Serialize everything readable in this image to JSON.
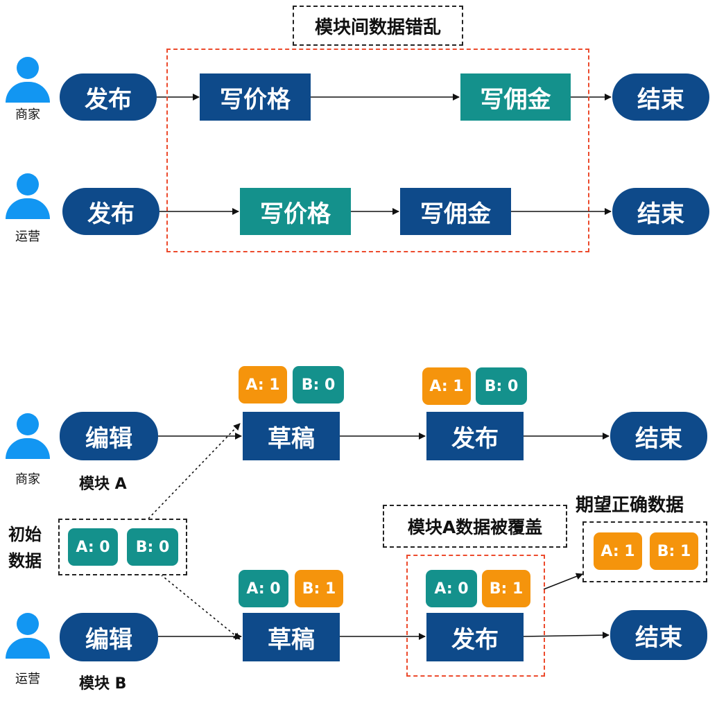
{
  "top": {
    "title": "模块间数据错乱",
    "row1": {
      "role": "商家",
      "start": "发布",
      "step1": "写价格",
      "step2": "写佣金",
      "end": "结束"
    },
    "row2": {
      "role": "运营",
      "start": "发布",
      "step1": "写价格",
      "step2": "写佣金",
      "end": "结束"
    }
  },
  "bottom": {
    "initial": {
      "label": "初始数据",
      "chip_a": "A: 0",
      "chip_b": "B: 0"
    },
    "row1": {
      "role": "商家",
      "start": "编辑",
      "module": "模块 A",
      "draft": "草稿",
      "publish": "发布",
      "end": "结束",
      "draft_state": {
        "a": "A: 1",
        "b": "B: 0"
      },
      "publish_state": {
        "a": "A: 1",
        "b": "B: 0"
      }
    },
    "row2": {
      "role": "运营",
      "start": "编辑",
      "module": "模块 B",
      "draft": "草稿",
      "publish": "发布",
      "end": "结束",
      "draft_state": {
        "a": "A: 0",
        "b": "B: 1"
      },
      "publish_state": {
        "a": "A: 0",
        "b": "B: 1"
      }
    },
    "overwritten_label": "模块A数据被覆盖",
    "expected": {
      "label": "期望正确数据",
      "chip_a": "A: 1",
      "chip_b": "B: 1"
    }
  },
  "colors": {
    "navy": "#0e4a8a",
    "teal": "#14918c",
    "orange": "#f5940c",
    "user_blue": "#1296f2",
    "red_dash": "#ec4a2c"
  },
  "icons": [
    "user-icon"
  ]
}
